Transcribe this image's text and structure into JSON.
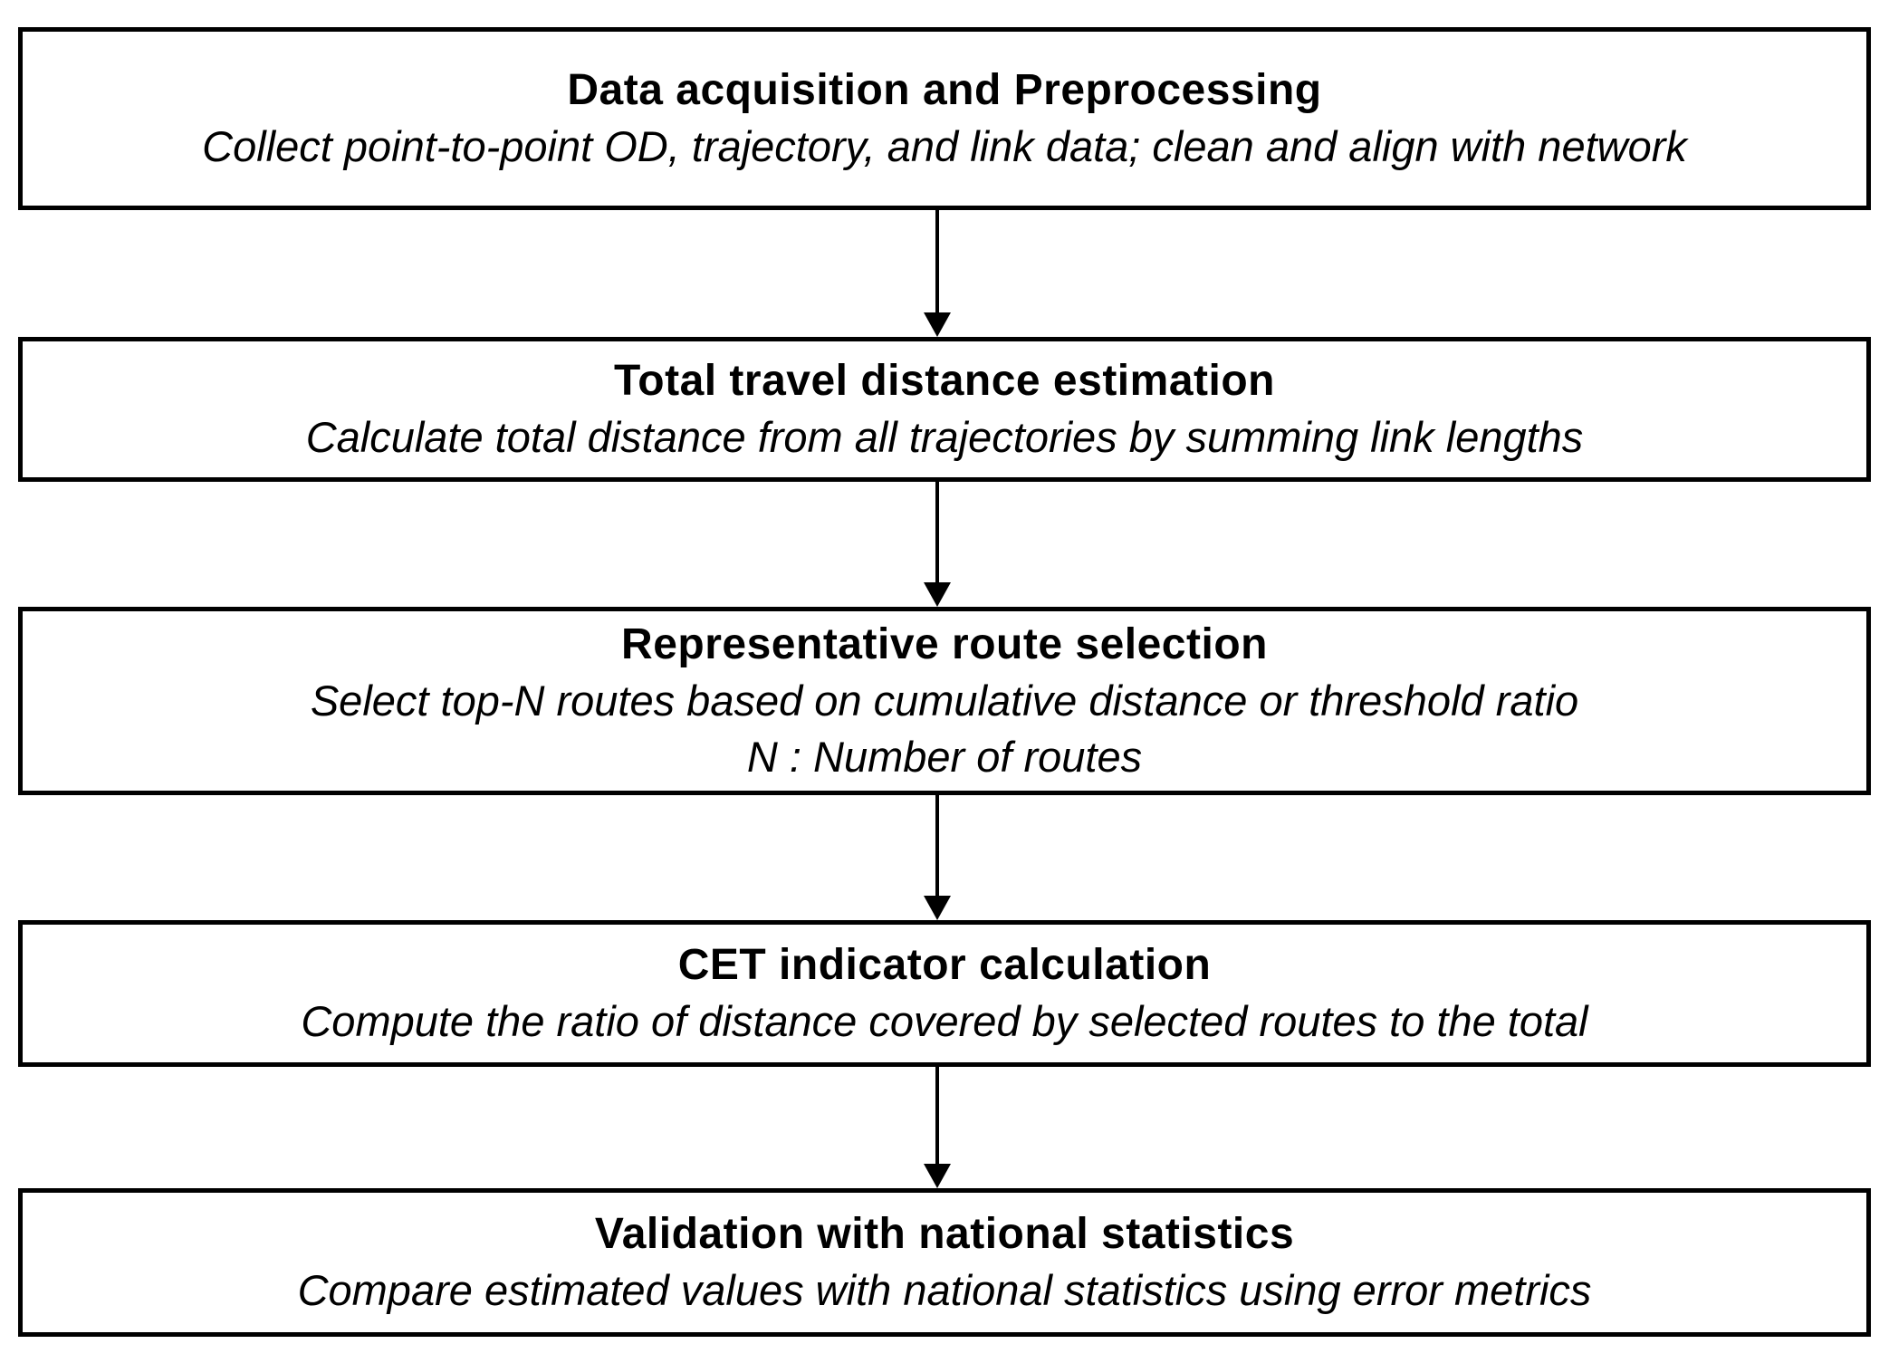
{
  "diagram": {
    "type": "flowchart",
    "colors": {
      "border": "#000000",
      "text": "#000000",
      "background": "#ffffff"
    },
    "steps": [
      {
        "title": "Data acquisition and Preprocessing",
        "description": "Collect point-to-point OD, trajectory, and link data; clean and align with network"
      },
      {
        "title": "Total travel distance estimation",
        "description": "Calculate total distance from all trajectories by summing link lengths"
      },
      {
        "title": "Representative route selection",
        "description": "Select top-N routes based on cumulative distance or threshold ratio",
        "note": "N : Number of routes"
      },
      {
        "title": "CET indicator calculation",
        "description": "Compute the ratio of distance covered by selected routes to the total"
      },
      {
        "title": "Validation with national statistics",
        "description": "Compare estimated values with national statistics using error metrics"
      }
    ]
  }
}
